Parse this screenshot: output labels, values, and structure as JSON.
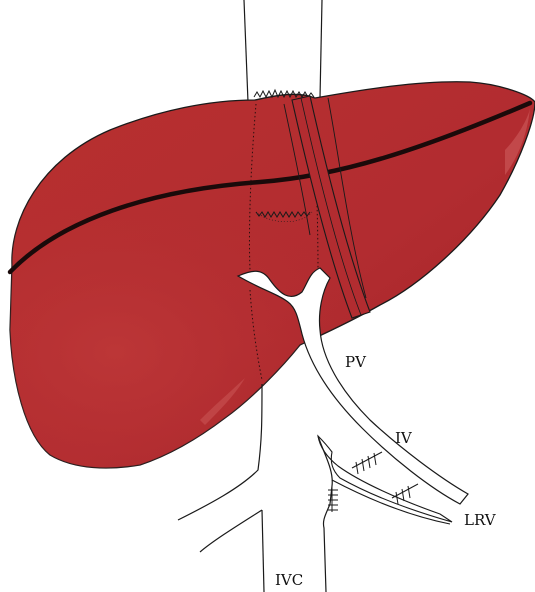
{
  "labels": {
    "pv": "PV",
    "iv": "IV",
    "lrv": "LRV",
    "ivc": "IVC"
  },
  "colors": {
    "liver_fill": "#b22c30",
    "liver_highlight": "#c84a4a",
    "liver_shadow": "#8f1f24",
    "outline": "#1a1a1a",
    "background": "#ffffff"
  }
}
